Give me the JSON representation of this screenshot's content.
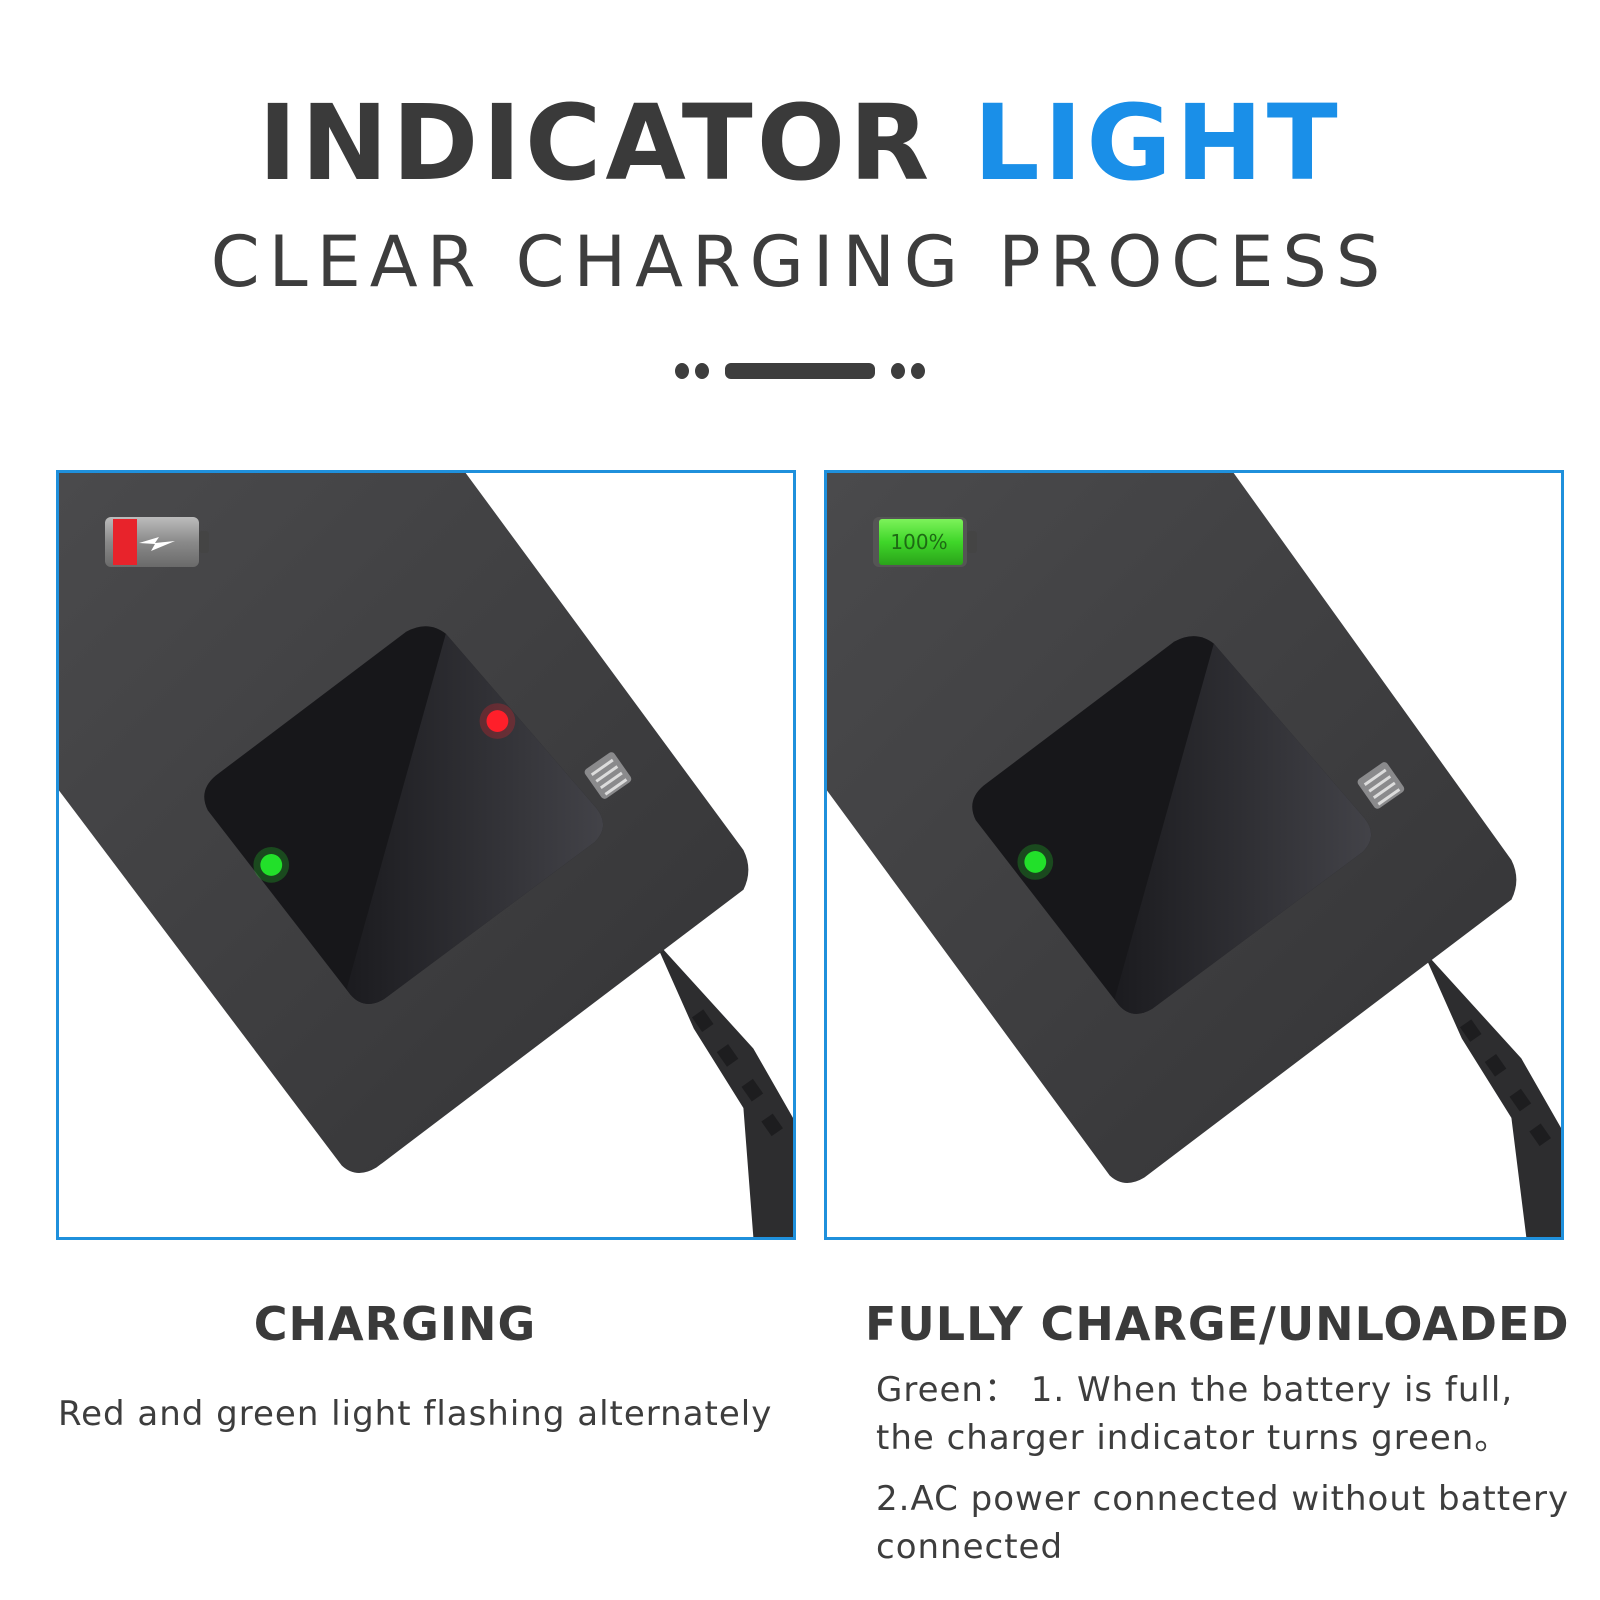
{
  "header": {
    "title_part1": "INDICATOR",
    "title_part2": "LIGHT",
    "subtitle": "CLEAR CHARGING PROCESS",
    "accent_color": "#1a8fe8",
    "text_color": "#3a3a3a"
  },
  "panels": [
    {
      "id": "charging",
      "battery_icon": "battery-low-charging-icon",
      "battery_color": "#e8232b",
      "indicator_lights": [
        {
          "color": "red",
          "hex": "#ff1f2a"
        },
        {
          "color": "green",
          "hex": "#22e02a"
        }
      ],
      "heading": "CHARGING",
      "description": [
        "Red and green light flashing alternately"
      ]
    },
    {
      "id": "fully-charged",
      "battery_icon": "battery-full-icon",
      "battery_label": "100%",
      "battery_color": "#3fd629",
      "indicator_lights": [
        {
          "color": "green",
          "hex": "#22e02a"
        }
      ],
      "heading": "FULLY CHARGE/UNLOADED",
      "description": [
        "Green： 1. When the battery is full,",
        "the charger indicator turns green。",
        "2.AC power connected without battery",
        "connected"
      ]
    }
  ],
  "border_color": "#1f90dc"
}
